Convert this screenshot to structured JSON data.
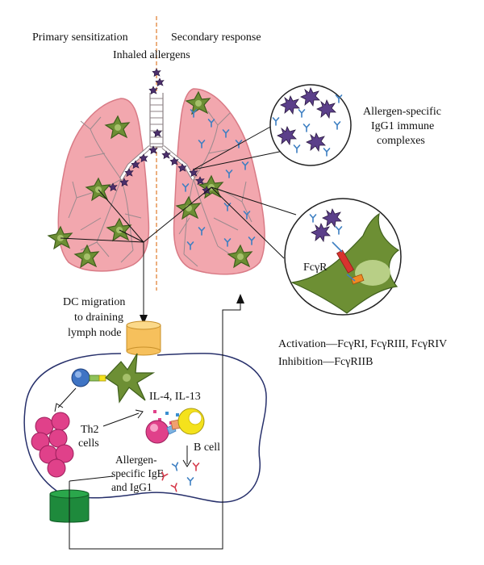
{
  "labels": {
    "primary": "Primary sensitization",
    "secondary": "Secondary response",
    "inhaled": "Inhaled allergens",
    "complexes_line1": "Allergen-specific",
    "complexes_line2": "IgG1 immune",
    "complexes_line3": "complexes",
    "fcr": "FcγR",
    "dc_line1": "DC migration",
    "dc_line2": "to draining",
    "dc_line3": "lymph node",
    "activation": "Activation—FcγRI, FcγRIII, FcγRIV",
    "inhibition": "Inhibition—FcγRIIB",
    "cytokines": "IL-4, IL-13",
    "th2_line1": "Th2",
    "th2_line2": "cells",
    "bcell": "B cell",
    "ab_line1": "Allergen-",
    "ab_line2": "specific IgE",
    "ab_line3": "and IgG1"
  },
  "colors": {
    "lung_fill": "#f2a7ae",
    "lung_stroke": "#d97b86",
    "airway": "#9a8a8e",
    "dendritic_cell": "#5a7f2a",
    "dendritic_cell_dark": "#3f5f1c",
    "allergen": "#4b2f6b",
    "antibody_blue": "#3d7fc2",
    "antibody_red": "#d63a4a",
    "th2_cell": "#e0418a",
    "b_cell": "#f4e21c",
    "naive_t_cell": "#3f74c4",
    "lymph_node_outline": "#27306b",
    "afferent_vessel": "#f6c05c",
    "efferent_vessel": "#1e8a3c",
    "divider": "#e07a2a",
    "receptor_red": "#d8332e",
    "receptor_orange": "#f08a24"
  }
}
